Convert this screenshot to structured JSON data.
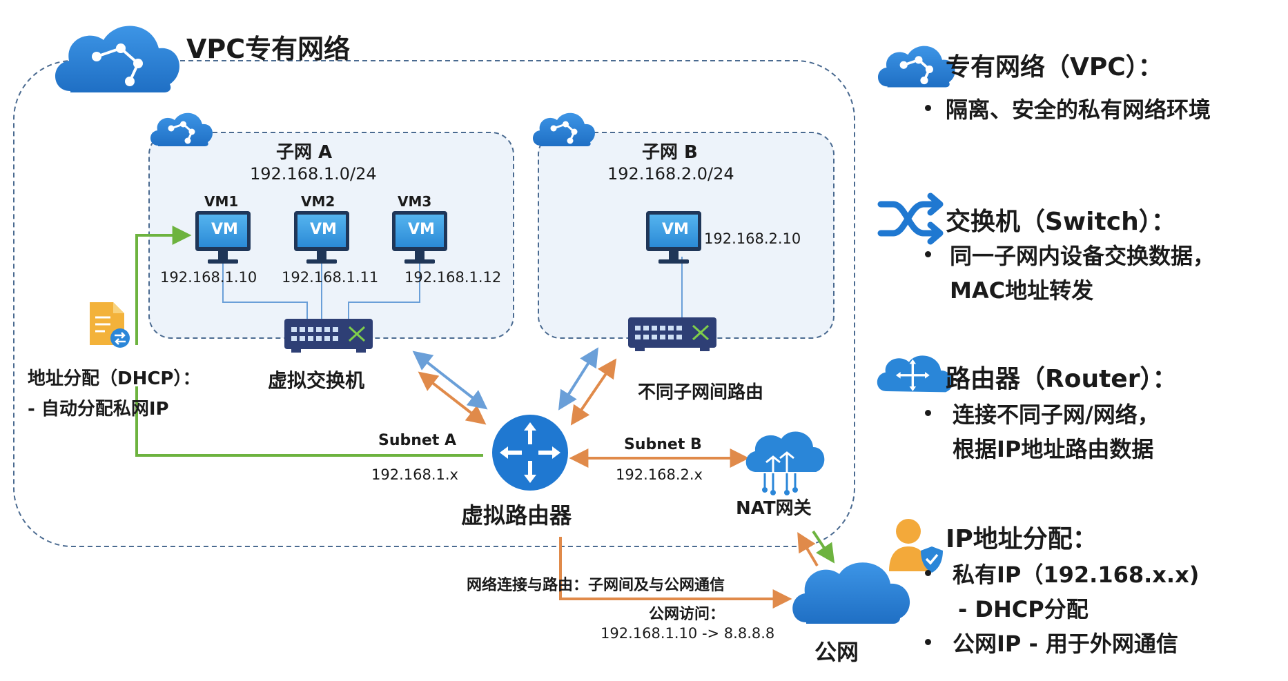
{
  "title": "VPC专有网络",
  "subnet_a": {
    "name": "子网 A",
    "cidr": "192.168.1.0/24",
    "vms": [
      {
        "name": "VM1",
        "ip": "192.168.1.10"
      },
      {
        "name": "VM2",
        "ip": "192.168.1.11"
      },
      {
        "name": "VM3",
        "ip": "192.168.1.12"
      }
    ]
  },
  "subnet_b": {
    "name": "子网 B",
    "cidr": "192.168.2.0/24",
    "vm_ip": "192.168.2.10"
  },
  "vm_label": "VM",
  "dhcp": {
    "title": "地址分配（DHCP）：",
    "desc": "- 自动分配私网IP"
  },
  "switch_label": "虚拟交换机",
  "inter_subnet_label": "不同子网间路由",
  "router_label": "虚拟路由器",
  "link_a": {
    "name": "Subnet A",
    "ip": "192.168.1.x"
  },
  "link_b": {
    "name": "Subnet B",
    "ip": "192.168.2.x"
  },
  "nat_label": "NAT网关",
  "internet_label": "公网",
  "routing_note": "网络连接与路由：子网间及与公网通信",
  "public_access": {
    "title": "公网访问：",
    "example": "192.168.1.10 -> 8.8.8.8"
  },
  "legend": {
    "vpc": {
      "title": "专有网络（VPC）：",
      "items": [
        "隔离、安全的私有网络环境"
      ]
    },
    "switch": {
      "title": "交换机（Switch）：",
      "lines": [
        "同一子网内设备交换数据，",
        "MAC地址转发"
      ]
    },
    "router": {
      "title": "路由器（Router）：",
      "lines": [
        "连接不同子网/网络，",
        "根据IP地址路由数据"
      ]
    },
    "ip": {
      "title": "IP地址分配：",
      "items": [
        [
          "私有IP（192.168.x.x)",
          "- DHCP分配"
        ],
        [
          "公网IP - 用于外网通信"
        ]
      ]
    }
  },
  "icons": [
    "cloud-network-icon",
    "vm-monitor-icon",
    "switch-icon",
    "router-icon",
    "nat-gateway-icon",
    "cloud-icon",
    "dhcp-document-icon",
    "shuffle-icon",
    "user-shield-icon"
  ],
  "colors": {
    "vpc_border": "#4a6a90",
    "subnet_fill": "#edf3fa",
    "cloud_blue": "#2a7fd4",
    "switch_navy": "#2e3f75",
    "green_link": "#6db33f",
    "orange_link": "#e08a4a",
    "blue_link": "#6a9fd8"
  }
}
